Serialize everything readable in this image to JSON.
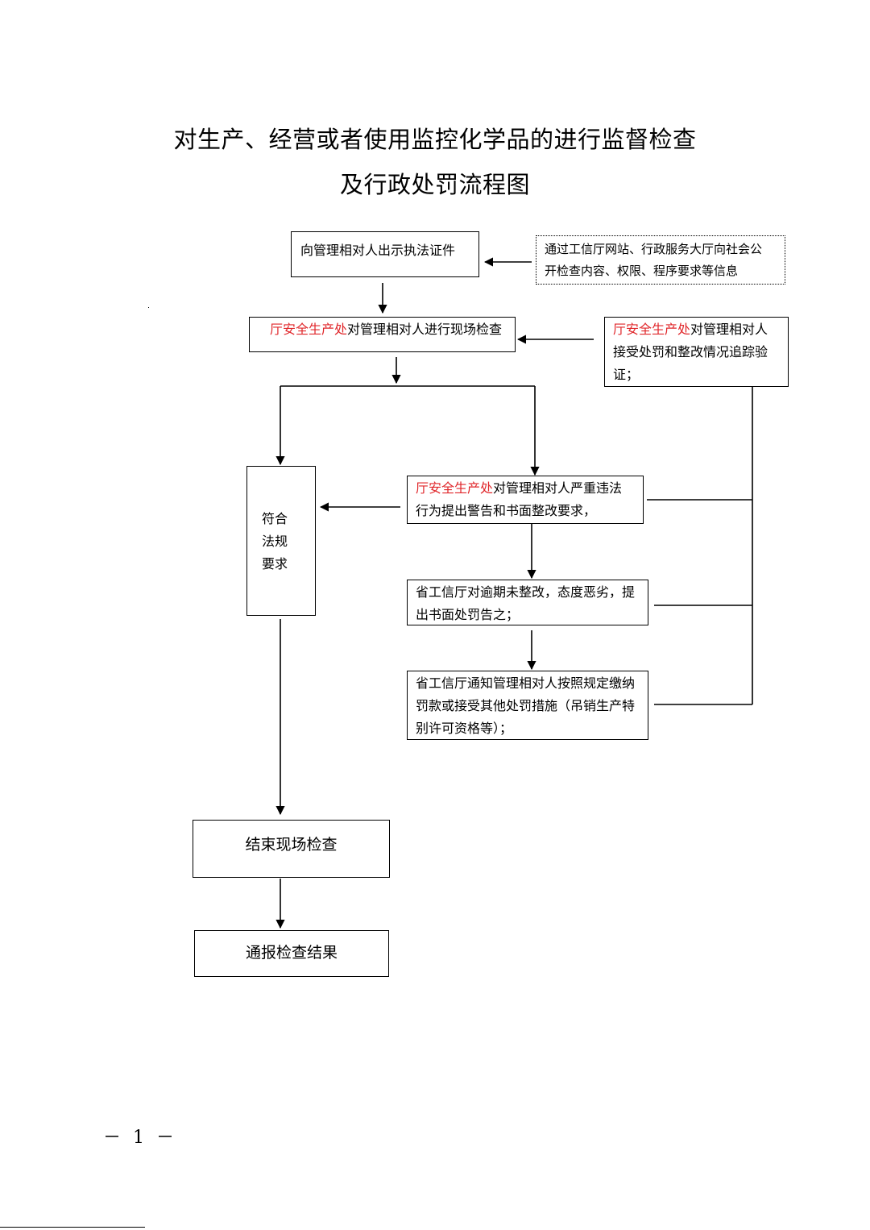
{
  "title": {
    "line1": "对生产、经营或者使用监控化学品的进行监督检查",
    "line2": "及行政处罚流程图"
  },
  "nodes": {
    "show_credentials": "向管理相对人出示执法证件",
    "publicize": {
      "line1": "通过工信厅网站、行政服务大厅向社会公",
      "line2": "开检查内容、权限、程序要求等信息"
    },
    "onsite_inspection": {
      "red": "厅安全生产处",
      "rest": "对管理相对人进行现场检查"
    },
    "follow_up": {
      "red": "厅安全生产处",
      "line1_rest": "对管理相对人",
      "line2": "接受处罚和整改情况追踪验",
      "line3": "证；"
    },
    "compliant": {
      "line1": "符合",
      "line2": "法规",
      "line3": "要求"
    },
    "warning": {
      "red": "厅安全生产处",
      "line1_rest": "对管理相对人严重违法",
      "line2": "行为提出警告和书面整改要求，"
    },
    "penalty_notice": {
      "line1": "省工信厅对逾期未整改，态度恶劣，提",
      "line2": "出书面处罚告之；"
    },
    "penalty_execution": {
      "line1": "省工信厅通知管理相对人按照规定缴纳",
      "line2": "罚款或接受其他处罚措施（吊销生产特",
      "line3": "别许可资格等）；"
    },
    "end_inspection": "结束现场检查",
    "report_results": "通报检查结果"
  },
  "page_number": "－ 1 －"
}
